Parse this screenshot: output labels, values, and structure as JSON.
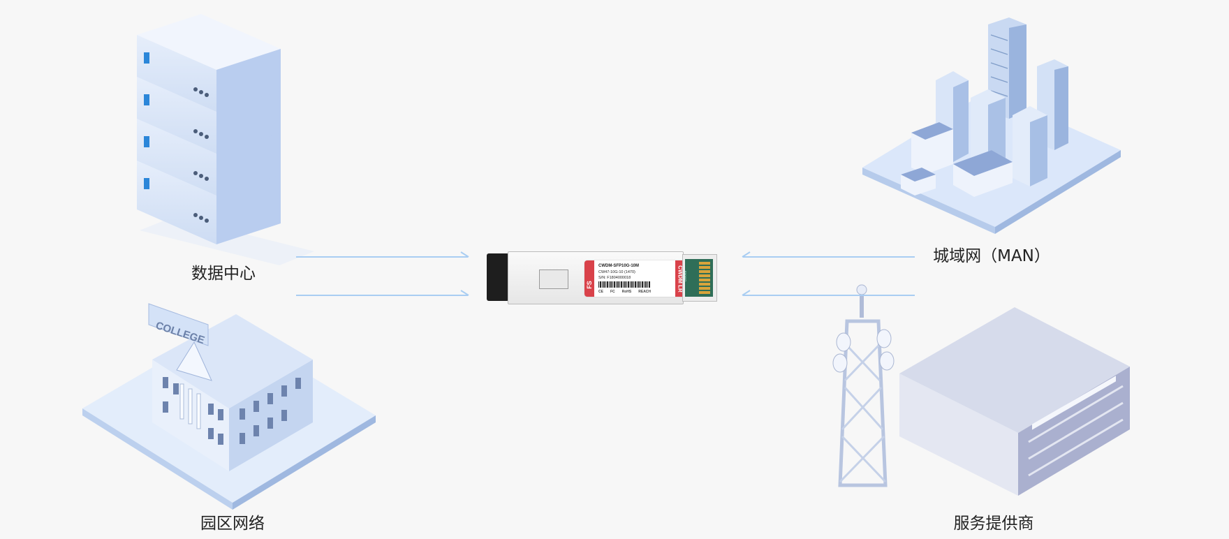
{
  "nodes": {
    "data_center": {
      "label": "数据中心",
      "icon": "server-stack-icon"
    },
    "man": {
      "label": "城域网（MAN）",
      "icon": "city-buildings-icon"
    },
    "campus": {
      "label": "园区网络",
      "icon": "college-building-icon",
      "sign": "COLLEGE"
    },
    "provider": {
      "label": "服务提供商",
      "icon": "telecom-tower-datacenter-icon"
    }
  },
  "module": {
    "brand": "FS",
    "model": "CWDM-SFP10G-10M",
    "part": "CW47-10G-10 (1470)",
    "serial": "S/N: F1804000018",
    "type_label": "CWDM LR",
    "certs": [
      "CE",
      "FC",
      "RoHS",
      "REACH"
    ],
    "pcb_code": "E00987"
  },
  "colors": {
    "arrow": "#a9cdf2",
    "label_red": "#d9424a",
    "illustration": "#c8daf2"
  }
}
